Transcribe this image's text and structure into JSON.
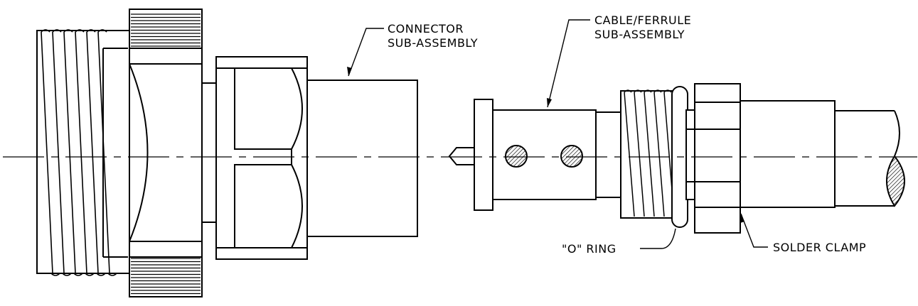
{
  "labels": {
    "connector": [
      "CONNECTOR",
      "SUB-ASSEMBLY"
    ],
    "cable_ferrule": [
      "CABLE/FERRULE",
      "SUB-ASSEMBLY"
    ],
    "o_ring": "\"O\" RING",
    "solder_clamp": "SOLDER CLAMP"
  }
}
